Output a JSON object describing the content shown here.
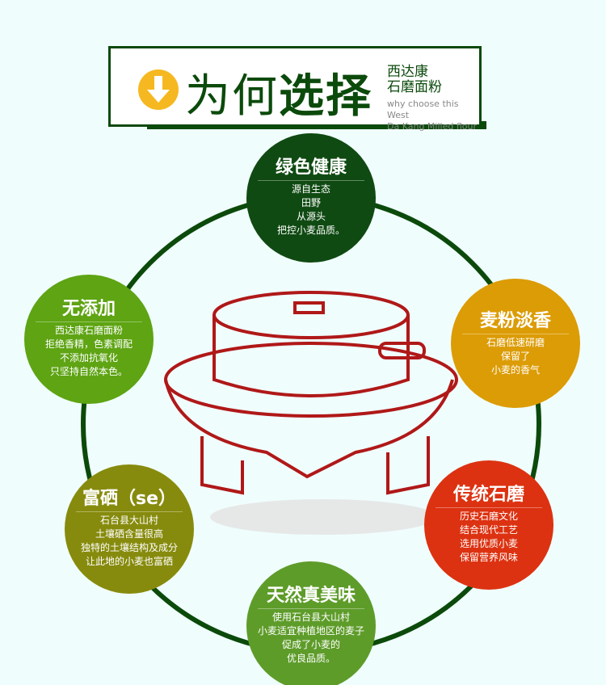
{
  "header": {
    "title_a": "为何",
    "title_b": "选择",
    "sub1": "西达康",
    "sub2": "石磨面粉",
    "en1": "why choose this West",
    "en2": "Da Kang Milled flour"
  },
  "colors": {
    "dark_green": "#0b4a0b",
    "accent": "#f6b820"
  },
  "features": [
    {
      "title": "绿色健康",
      "lines": [
        "源自生态",
        "田野",
        "从源头",
        "把控小麦品质。"
      ],
      "color": "#0f4a12"
    },
    {
      "title": "无添加",
      "lines": [
        "西达康石磨面粉",
        "拒绝香精，色素调配",
        "不添加抗氧化",
        "只坚持自然本色。"
      ],
      "color": "#5ea413"
    },
    {
      "title": "麦粉淡香",
      "lines": [
        "石磨低速研磨",
        "保留了",
        "小麦的香气"
      ],
      "color": "#dc9c06"
    },
    {
      "title": "富硒（se）",
      "lines": [
        "石台县大山村",
        "土壤硒含量很高",
        "独特的土壤结构及成分",
        "让此地的小麦也富硒"
      ],
      "color": "#878b0d"
    },
    {
      "title": "传统石磨",
      "lines": [
        "历史石磨文化",
        "结合现代工艺",
        "选用优质小麦",
        "保留营养风味"
      ],
      "color": "#dc3211"
    },
    {
      "title": "天然真美味",
      "lines": [
        "使用石台县大山村",
        "小麦适宜种植地区的麦子",
        "促成了小麦的",
        "优良品质。"
      ],
      "color": "#5e9c2a"
    }
  ]
}
